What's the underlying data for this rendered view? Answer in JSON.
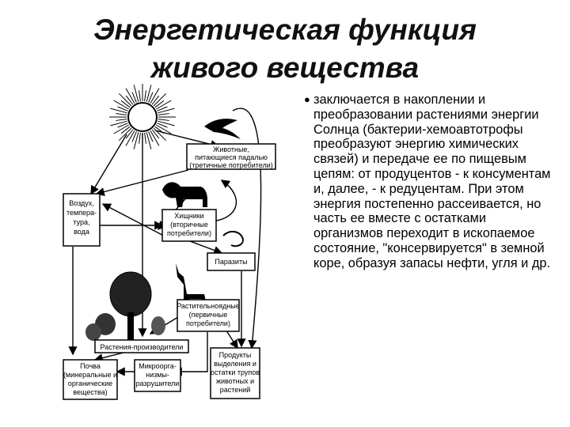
{
  "slide": {
    "title_line1": "Энергетическая функция",
    "title_line2": "живого вещества",
    "bullet_text": "заключается в накоплении и преобразовании растениями энергии Солнца (бактерии-хемоавтотрофы преобразуют энергию химических связей) и передаче ее по пищевым цепям: от продуцентов - к консументам и, далее, - к редуцентам. При этом энергия постепенно рассеивается, но часть ее вместе с остатками организмов переходит в ископаемое состояние, \"консервируется\" в земной коре, образуя запасы нефти, угля и др."
  },
  "diagram": {
    "boxes": {
      "animals": [
        "Животные,",
        "питающиеся падалью",
        "(третичные потребители)"
      ],
      "air": [
        "Воздух,",
        "темпера-",
        "тура,",
        "вода"
      ],
      "predators": [
        "Хищники",
        "(вторичные",
        "потребители)"
      ],
      "parasites": [
        "Паразиты"
      ],
      "herbivores": [
        "Растительноядные",
        "(первичные",
        "потребители)"
      ],
      "plants": [
        "Растения-производители"
      ],
      "soil": [
        "Почва",
        "(минеральные и",
        "органические",
        "вещества)"
      ],
      "microbes": [
        "Микроорга-",
        "низмы-",
        "разрушители"
      ],
      "products": [
        "Продукты",
        "выделения и",
        "остатки трупов",
        "животных и",
        "растений"
      ]
    }
  },
  "colors": {
    "ink": "#000000",
    "background": "#ffffff"
  }
}
